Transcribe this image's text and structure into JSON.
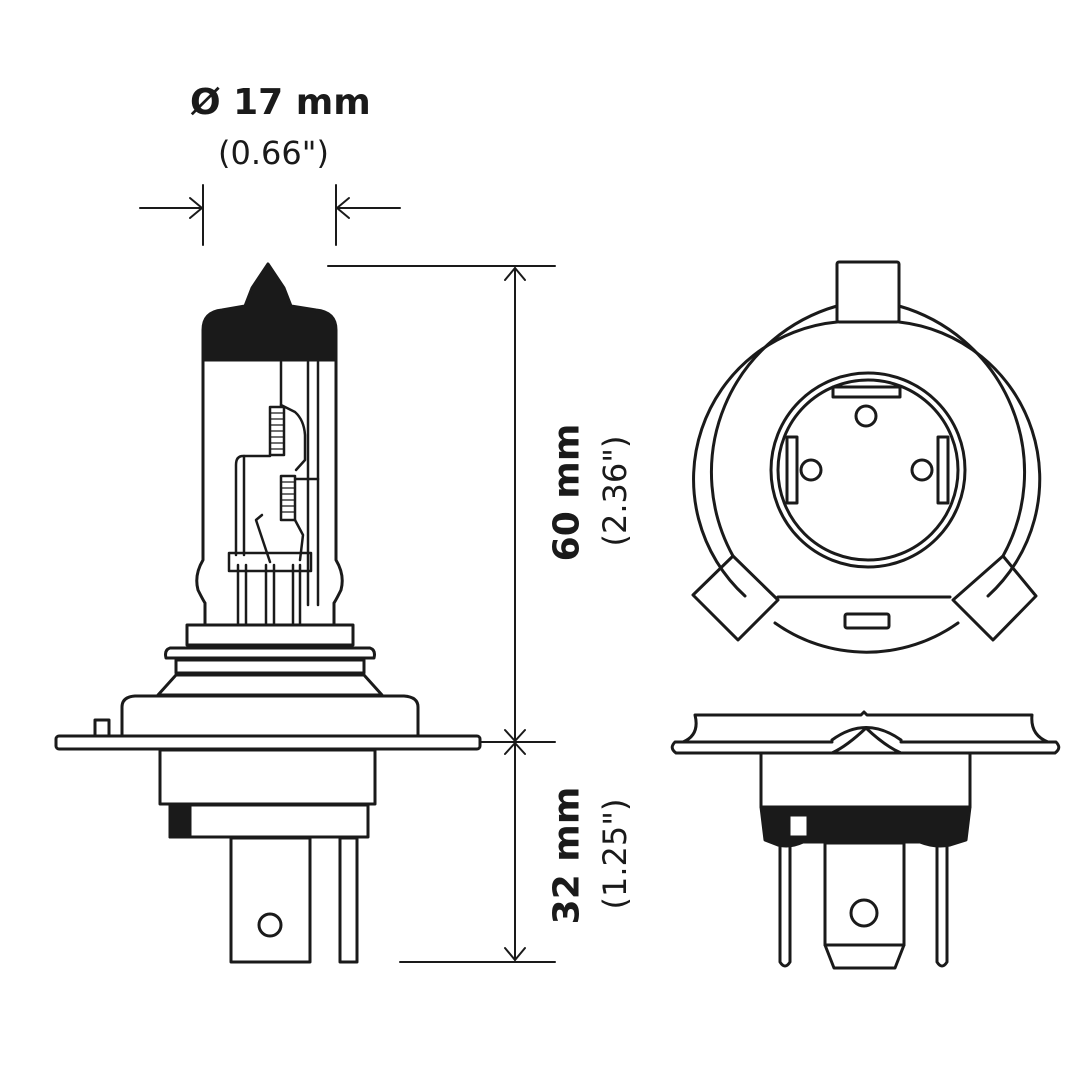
{
  "diagram": {
    "subject": "H4 halogen headlight bulb dimensions",
    "colors": {
      "line": "#1a1a1a",
      "fill_dark": "#1a1a1a",
      "background": "#ffffff"
    },
    "views": [
      "side-view",
      "top-view",
      "front-base-view"
    ],
    "dimensions": {
      "diameter": {
        "label": "Ø 17 mm",
        "sub": "(0.66\")",
        "value_mm": 17,
        "value_in": 0.66
      },
      "height_upper": {
        "label": "60  mm",
        "sub": "(2.36\")",
        "value_mm": 60,
        "value_in": 2.36
      },
      "height_lower": {
        "label": "32 mm",
        "sub": "(1.25\")",
        "value_mm": 32,
        "value_in": 1.25
      }
    }
  }
}
